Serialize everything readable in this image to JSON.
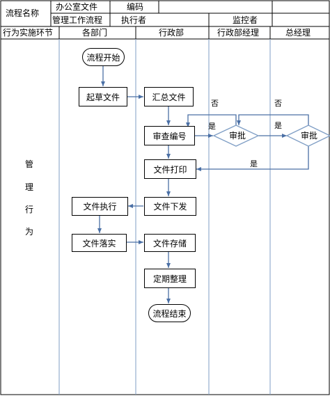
{
  "header": {
    "process_name_label": "流程名称",
    "process_name_value_line1": "办公室文件",
    "process_name_value_line2": "管理工作流程",
    "code_label": "编码",
    "executor_label": "执行者",
    "supervisor_label": "监控者"
  },
  "columns": {
    "row_label": "行为实施环节",
    "col1": "各部门",
    "col2": "行政部",
    "col3": "行政部经理",
    "col4": "总经理"
  },
  "side_label": [
    "管",
    "理",
    "行",
    "为"
  ],
  "nodes": {
    "start": "流程开始",
    "draft": "起草文件",
    "collect": "汇总文件",
    "review_number": "审查编号",
    "approve1": "审批",
    "approve2": "审批",
    "print": "文件打印",
    "issue": "文件下发",
    "execute": "文件执行",
    "implement": "文件落实",
    "store": "文件存储",
    "organize": "定期整理",
    "end": "流程结束"
  },
  "edge_labels": {
    "no1": "否",
    "yes1": "是",
    "no2": "否",
    "yes2": "是",
    "yes3": "是"
  },
  "colors": {
    "connector": "#4a6fa5",
    "border": "#000000",
    "lane": "#7f9ec5"
  }
}
